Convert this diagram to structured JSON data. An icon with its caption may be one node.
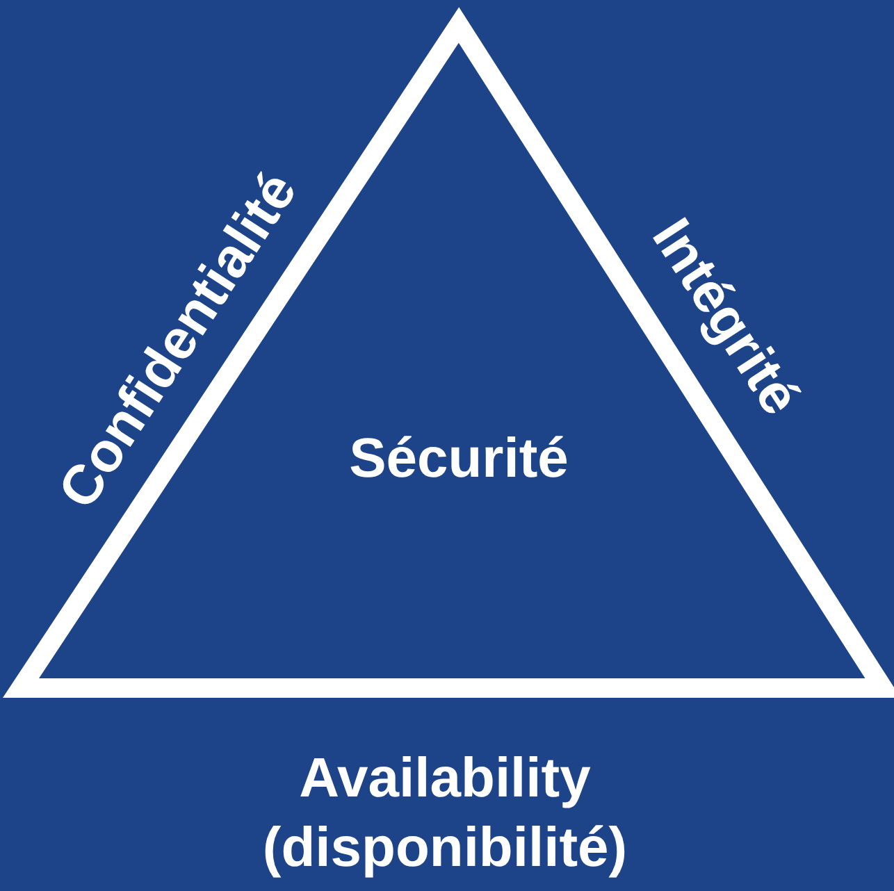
{
  "diagram": {
    "nodes": [
      {
        "text": [
          "Sécurité"
        ]
      }
    ],
    "edges": [],
    "labels": [
      "Confidentialité",
      "Intégrité",
      "Availability (disponibilité)"
    ]
  }
}
